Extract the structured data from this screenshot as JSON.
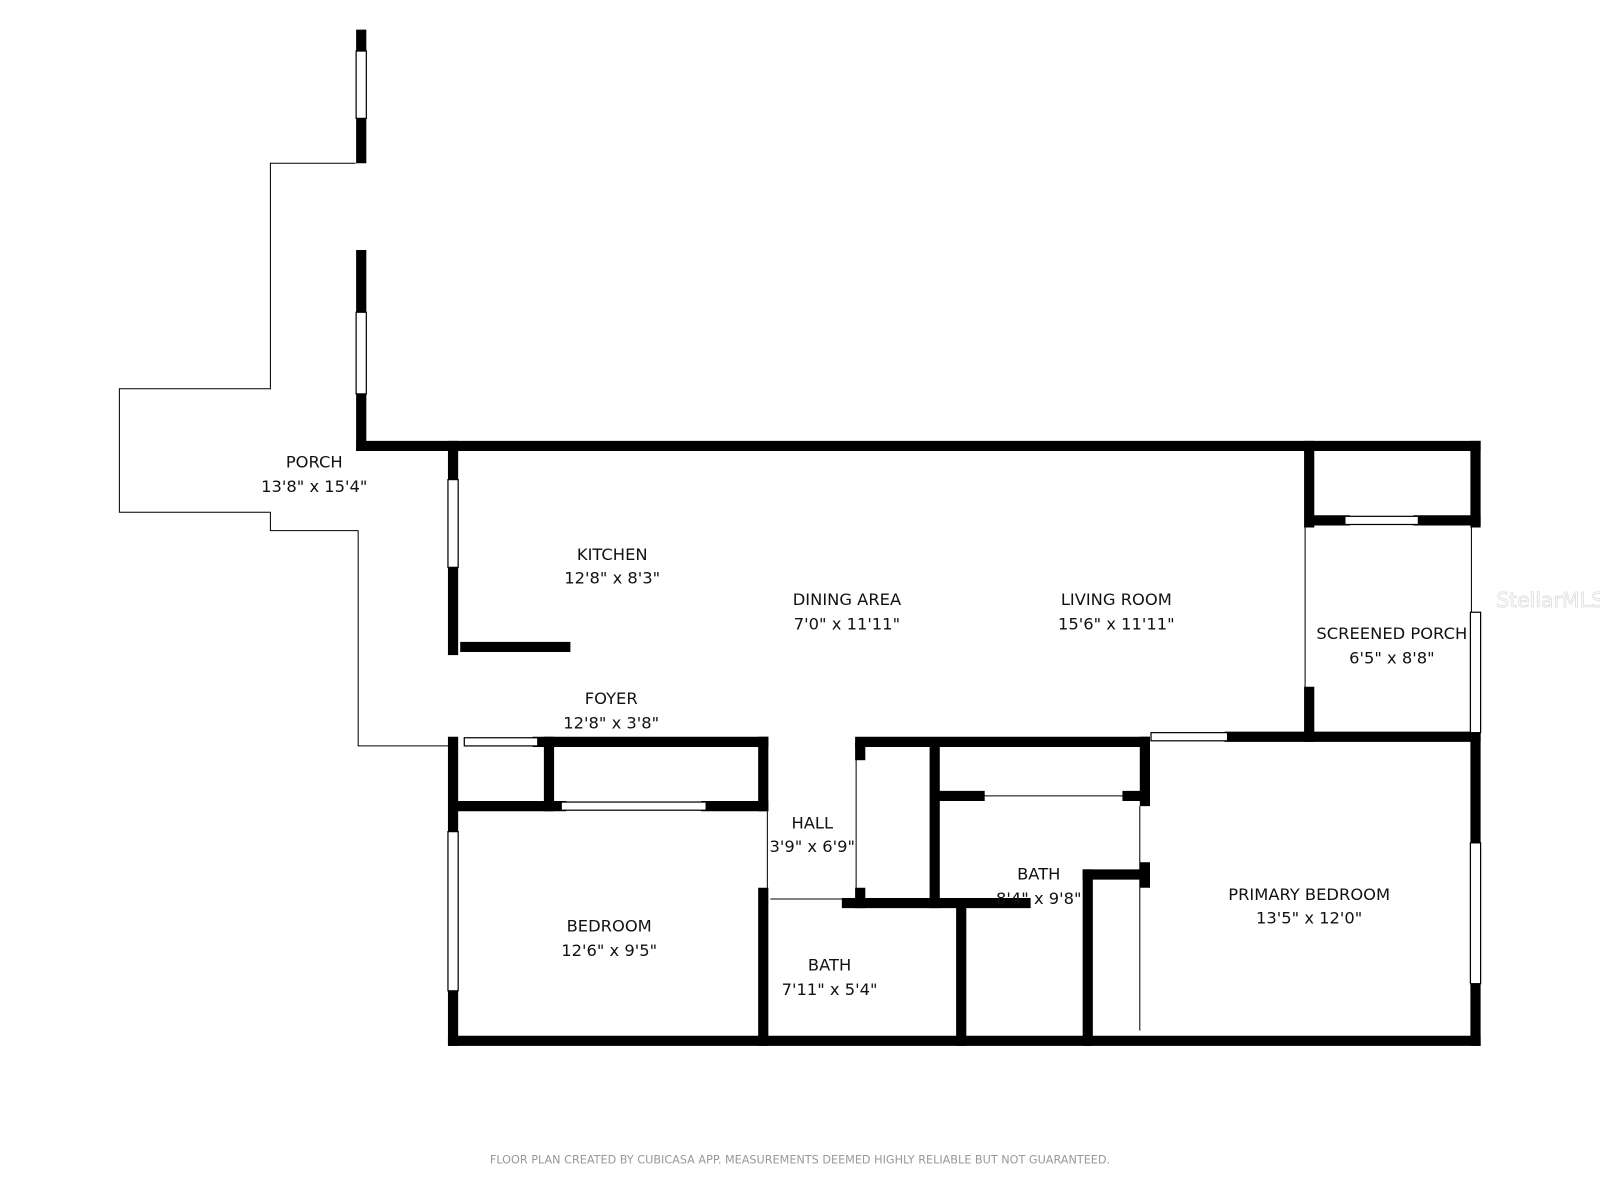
{
  "rooms": [
    {
      "name": "PORCH",
      "size": "13'8\" x 15'4\""
    },
    {
      "name": "KITCHEN",
      "size": "12'8\" x 8'3\""
    },
    {
      "name": "DINING AREA",
      "size": "7'0\" x 11'11\""
    },
    {
      "name": "LIVING ROOM",
      "size": "15'6\" x 11'11\""
    },
    {
      "name": "SCREENED PORCH",
      "size": "6'5\" x 8'8\""
    },
    {
      "name": "FOYER",
      "size": "12'8\" x 3'8\""
    },
    {
      "name": "HALL",
      "size": "3'9\" x 6'9\""
    },
    {
      "name": "BATH",
      "size": "8'4\" x 9'8\""
    },
    {
      "name": "PRIMARY BEDROOM",
      "size": "13'5\" x 12'0\""
    },
    {
      "name": "BEDROOM",
      "size": "12'6\" x 9'5\""
    },
    {
      "name": "BATH",
      "size": "7'11\" x 5'4\""
    }
  ],
  "watermark": "StellarMLS",
  "footer": "FLOOR PLAN CREATED BY CUBICASA APP. MEASUREMENTS DEEMED HIGHLY RELIABLE BUT NOT GUARANTEED."
}
